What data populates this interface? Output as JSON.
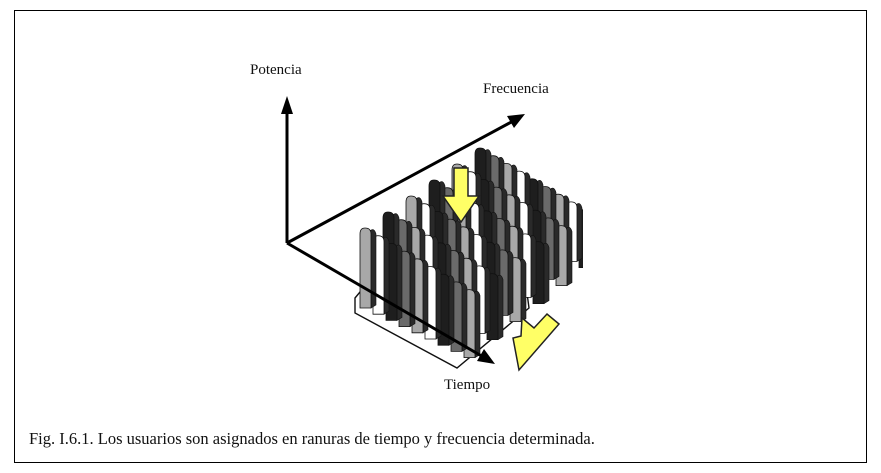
{
  "figure": {
    "axis_labels": {
      "power": "Potencia",
      "frequency": "Frecuencia",
      "time": "Tiempo"
    },
    "colors": {
      "axis": "#000000",
      "arrow_fill": "#ffff66",
      "arrow_stroke": "#222222",
      "slot_palette": [
        "#1e1e1e",
        "#6a6a6a",
        "#a8a8a8",
        "#ffffff"
      ]
    }
  },
  "caption": "Fig. I.6.1. Los usuarios son asignados en ranuras de tiempo y frecuencia determinada."
}
